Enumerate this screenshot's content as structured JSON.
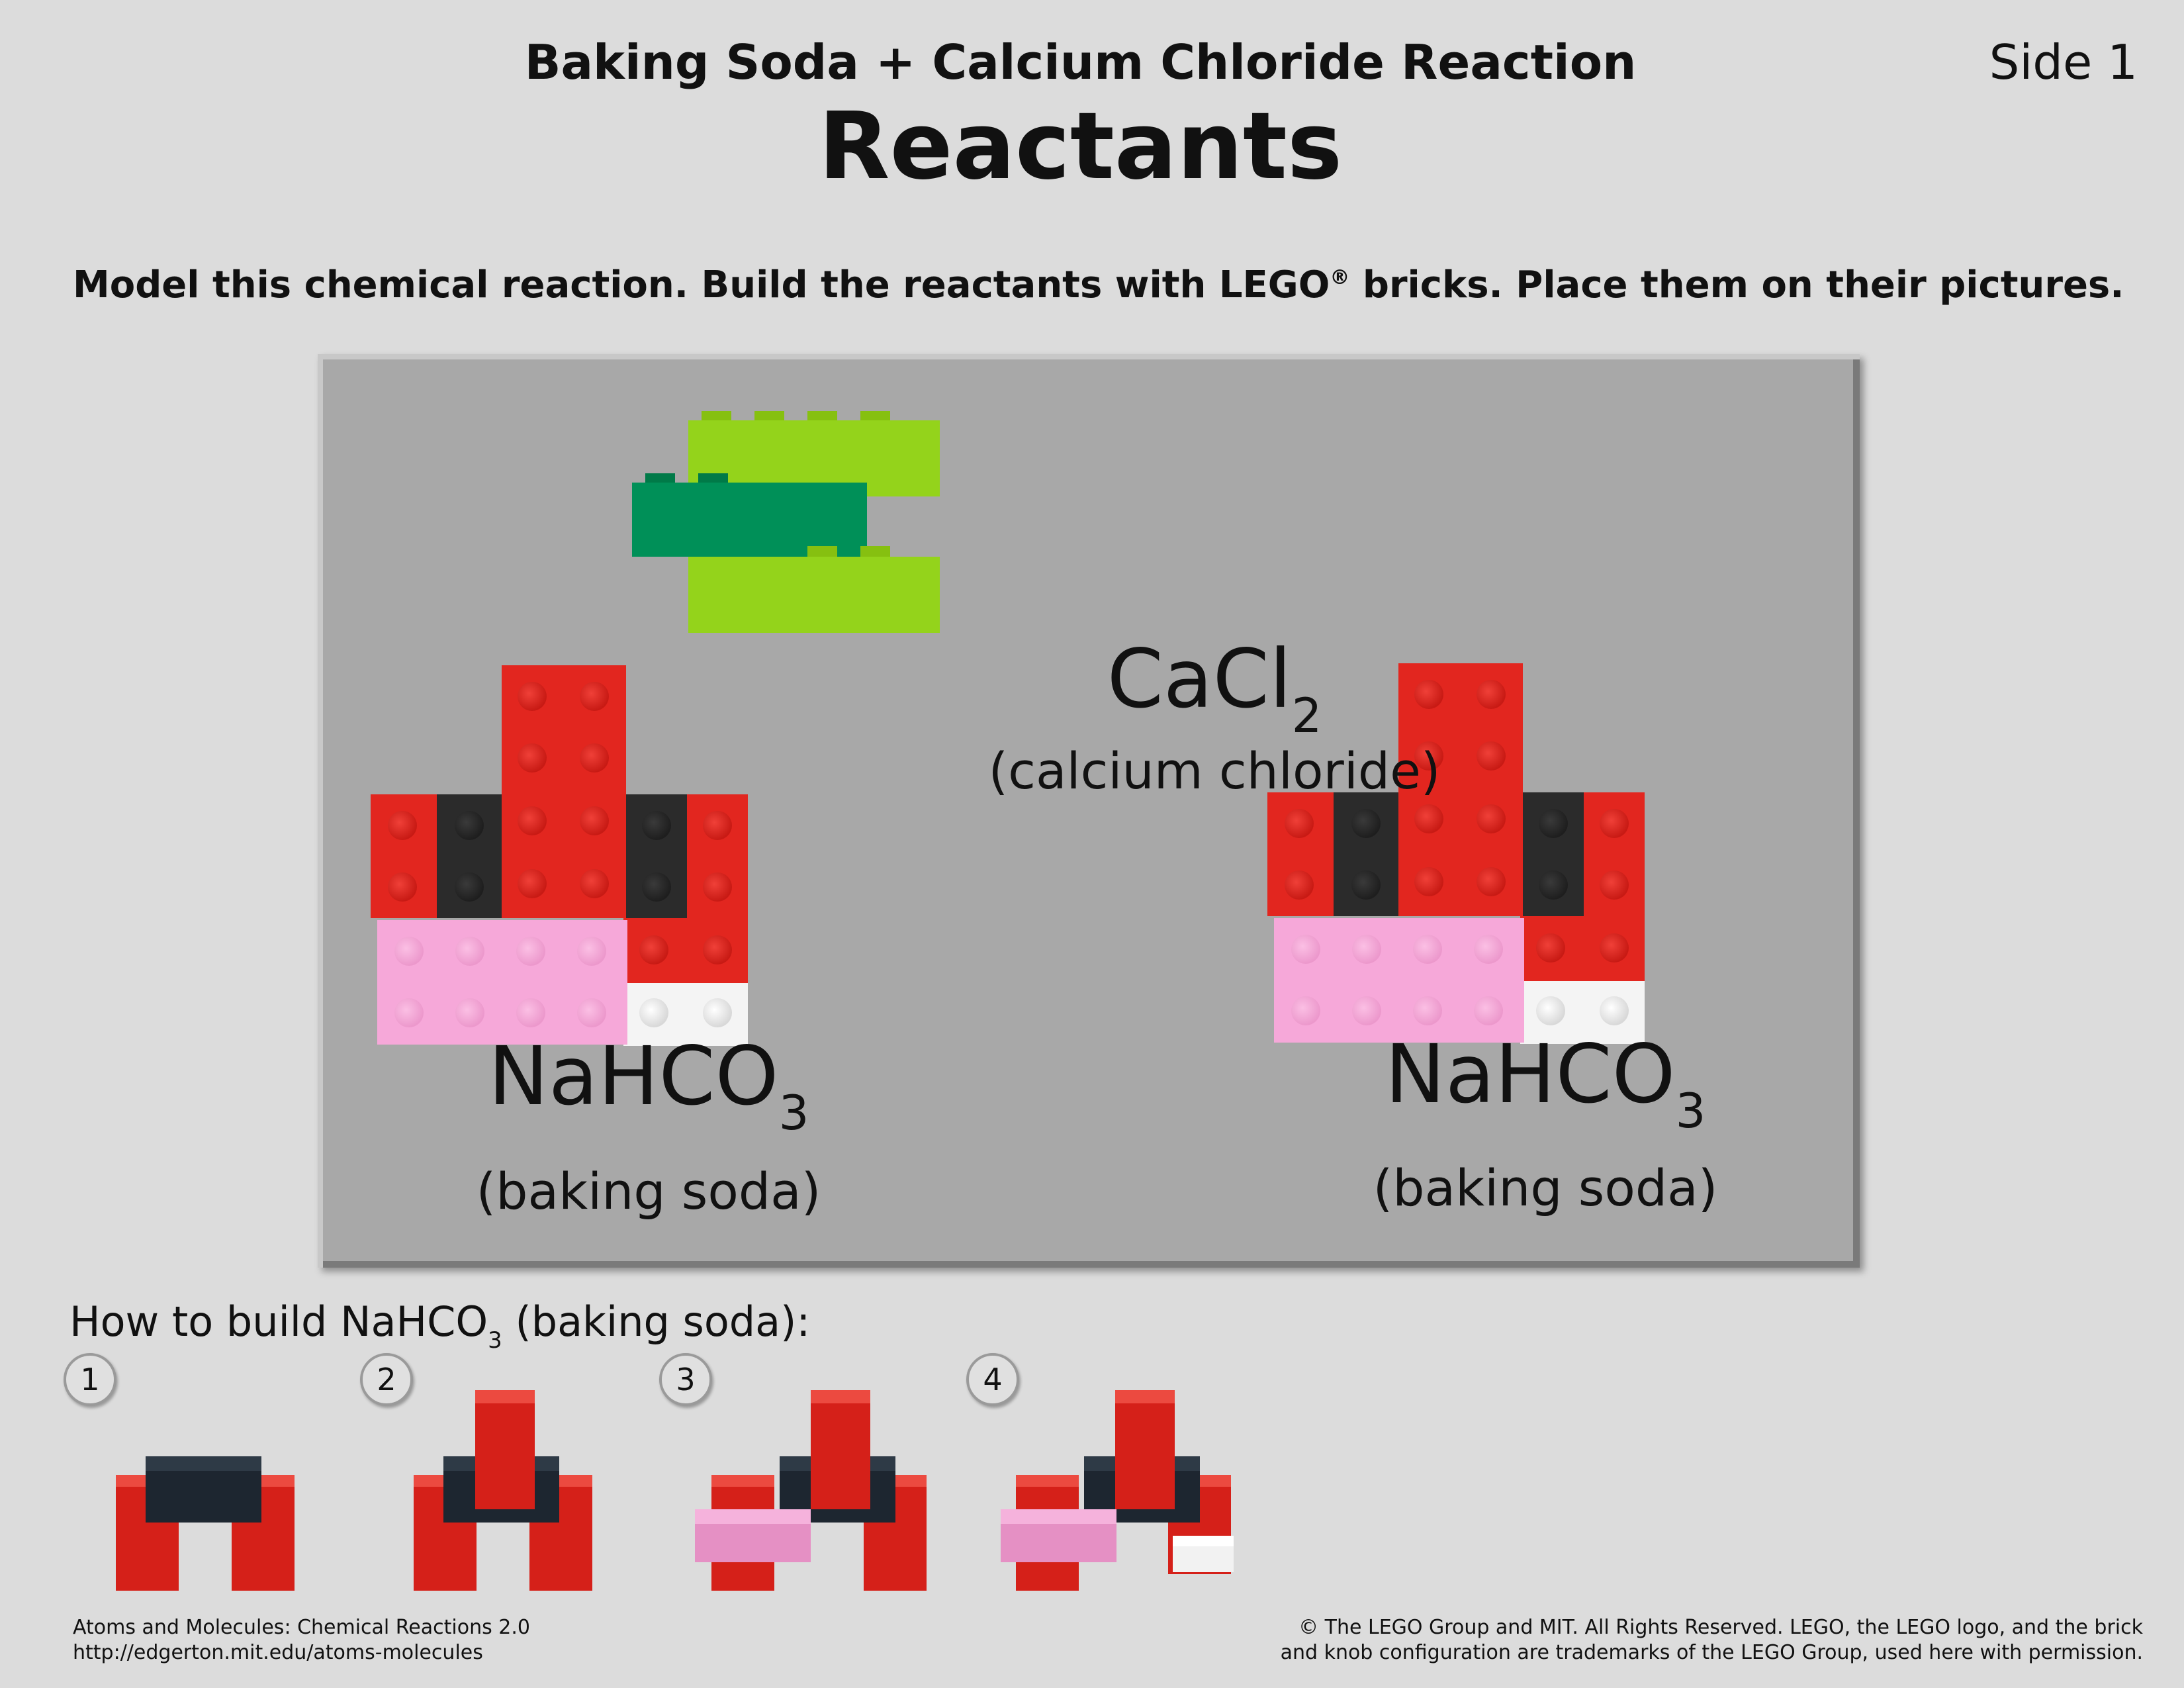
{
  "header": {
    "subtitle": "Baking Soda + Calcium Chloride Reaction",
    "title": "Reactants",
    "side": "Side 1"
  },
  "instructions": {
    "part1": "Model this chemical reaction.  Build the reactants with LEGO",
    "reg": "®",
    "part2": " bricks.  Place them on their pictures."
  },
  "board": {
    "calcium": {
      "formula_main": "CaCl",
      "formula_sub": "2",
      "name": "(calcium chloride)"
    },
    "soda_left": {
      "formula_main": "NaHCO",
      "formula_sub": "3",
      "name": "(baking soda)"
    },
    "soda_right": {
      "formula_main": "NaHCO",
      "formula_sub": "3",
      "name": "(baking soda)"
    }
  },
  "howto": {
    "label_pre": "How to build NaHCO",
    "label_sub": "3",
    "label_post": " (baking soda):",
    "steps": [
      "1",
      "2",
      "3",
      "4"
    ]
  },
  "colors": {
    "red": "#e2261f",
    "black": "#2b2b2b",
    "pink": "#f6a8d9",
    "white": "#f4f4f4",
    "lime": "#94d31b",
    "green": "#009058",
    "board": "#a8a8a8",
    "background": "#dcdcdc"
  },
  "footer": {
    "left_line1": "Atoms and Molecules: Chemical Reactions 2.0",
    "left_line2": "http://edgerton.mit.edu/atoms-molecules",
    "right_line1": "© The LEGO Group and MIT.  All Rights Reserved.  LEGO, the LEGO logo, and the brick",
    "right_line2": "and knob configuration are trademarks of the LEGO Group, used here with permission."
  }
}
